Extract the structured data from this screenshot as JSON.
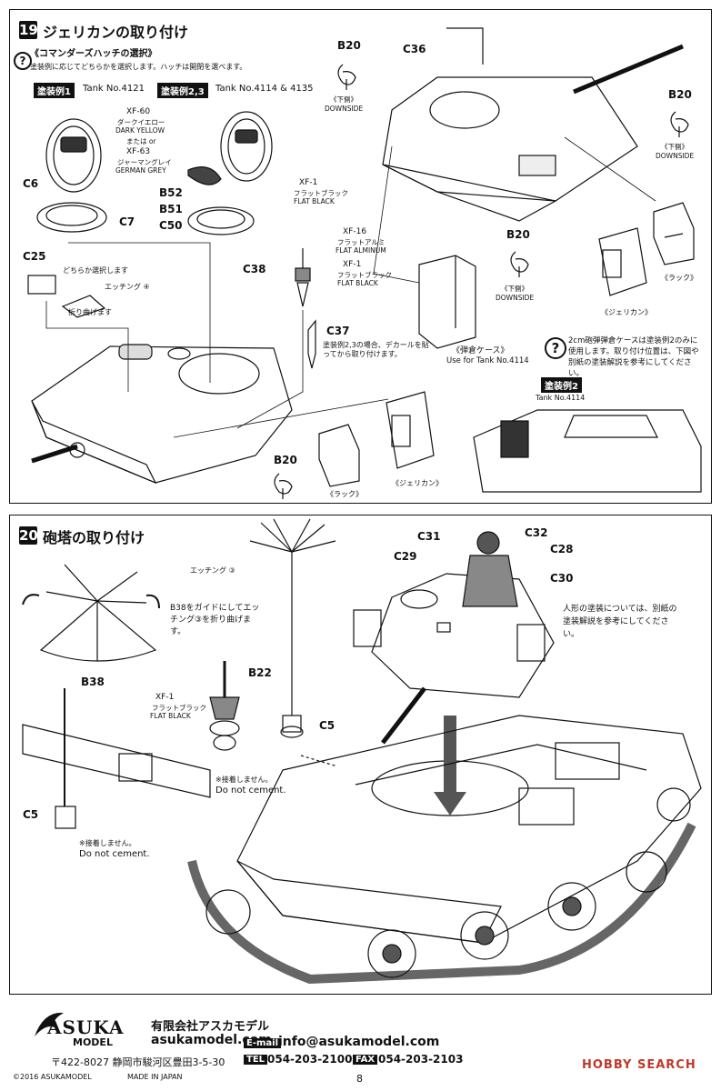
{
  "step19": {
    "number": "19",
    "title": "ジェリカンの取り付け",
    "hatch_heading": "《コマンダーズハッチの選択》",
    "hatch_note": "塗装例に応じてどちらかを選択します。ハッチは開閉を選べます。",
    "scheme1_badge": "塗装例1",
    "scheme1_tank": "Tank No.4121",
    "scheme23_badge": "塗装例2,3",
    "scheme23_tank": "Tank No.4114 & 4135",
    "xf60_code": "XF-60",
    "xf60_jp": "ダークイエロー",
    "xf60_en": "DARK YELLOW",
    "or_text": "または or",
    "xf63_code": "XF-63",
    "xf63_jp": "ジャーマングレイ",
    "xf63_en": "GERMAN GREY",
    "xf1_code": "XF-1",
    "xf1_jp": "フラットブラック",
    "xf1_en": "FLAT BLACK",
    "xf16_code": "XF-16",
    "xf16_jp": "フラットアルミ",
    "xf16_en": "FLAT ALMINUM",
    "part_c6": "C6",
    "part_c7": "C7",
    "part_b52": "B52",
    "part_b51": "B51",
    "part_c50": "C50",
    "part_c25": "C25",
    "part_c38": "C38",
    "part_c37": "C37",
    "part_c36": "C36",
    "part_b20": "B20",
    "choose_note": "どちらか選択します",
    "etching_4": "エッチング ④",
    "bend_note": "折り曲げます",
    "c37_note": "塗装例2,3の場合、デカールを貼ってから取り付けます。",
    "downside_jp": "《下側》",
    "downside_en": "DOWNSIDE",
    "rack": "《ラック》",
    "jerrycan": "《ジェリカン》",
    "ammo_case": "《弾倉ケース》",
    "ammo_use": "Use for Tank No.4114",
    "ammo_note": "2cm砲弾弾倉ケースは塗装例2のみに使用します。取り付け位置は、下図や別紙の塗装解説を参考にしてください。",
    "scheme2_badge": "塗装例2",
    "scheme2_tank": "Tank No.4114"
  },
  "step20": {
    "number": "20",
    "title": "砲塔の取り付け",
    "etching_3": "エッチング ③",
    "b38_note": "B38をガイドにしてエッチング③を折り曲げます。",
    "part_b38": "B38",
    "part_b22": "B22",
    "part_c5": "C5",
    "part_c31": "C31",
    "part_c32": "C32",
    "part_c29": "C29",
    "part_c28": "C28",
    "part_c30": "C30",
    "xf1_code": "XF-1",
    "xf1_jp": "フラットブラック",
    "xf1_en": "FLAT BLACK",
    "no_cement_jp": "※接着しません。",
    "no_cement_en": "Do not cement.",
    "figure_note": "人形の塗装については、別紙の塗装解説を参考にしてください。"
  },
  "footer": {
    "brand_line1": "ASUKA",
    "brand_line2": "MODEL",
    "company": "有限会社アスカモデル",
    "website": "asukamodel.com",
    "email_label": "E-mail",
    "email": "info@asukamodel.com",
    "address": "〒422-8027 静岡市駿河区豊田3-5-30",
    "tel_label": "TEL",
    "tel": "054-203-2100",
    "fax_label": "FAX",
    "fax": "054-203-2103",
    "copyright": "©2016 ASUKAMODEL",
    "made_in": "MADE IN JAPAN",
    "page_number": "8",
    "watermark": "HOBBY SEARCH"
  },
  "colors": {
    "ink": "#111111",
    "paper": "#ffffff",
    "watermark": "#c0392b"
  }
}
